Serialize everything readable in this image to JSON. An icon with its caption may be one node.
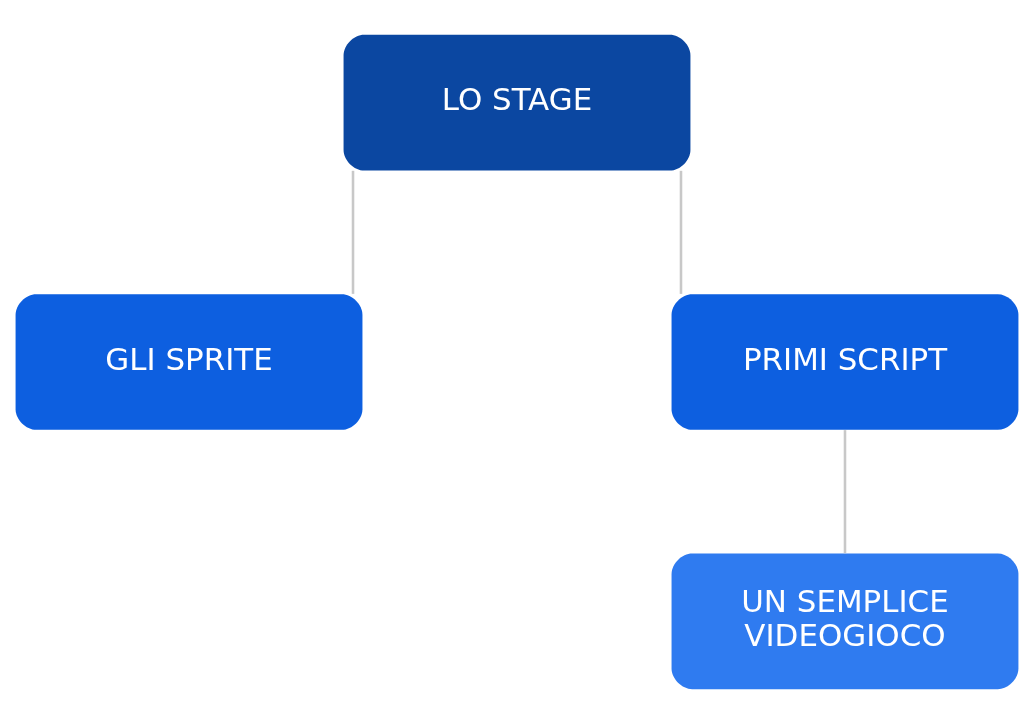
{
  "diagram": {
    "nodes": [
      {
        "text": [
          "LO STAGE"
        ]
      },
      {
        "text": [
          "GLI SPRITE"
        ]
      },
      {
        "text": [
          "PRIMI SCRIPT"
        ]
      },
      {
        "text": [
          "UN SEMPLICE VIDEOGIOCO"
        ]
      }
    ],
    "edges": [
      {
        "from": 0,
        "to": 1,
        "arrow": "none"
      },
      {
        "from": 0,
        "to": 2,
        "arrow": "none"
      },
      {
        "from": 2,
        "to": 3,
        "arrow": "none"
      }
    ]
  }
}
